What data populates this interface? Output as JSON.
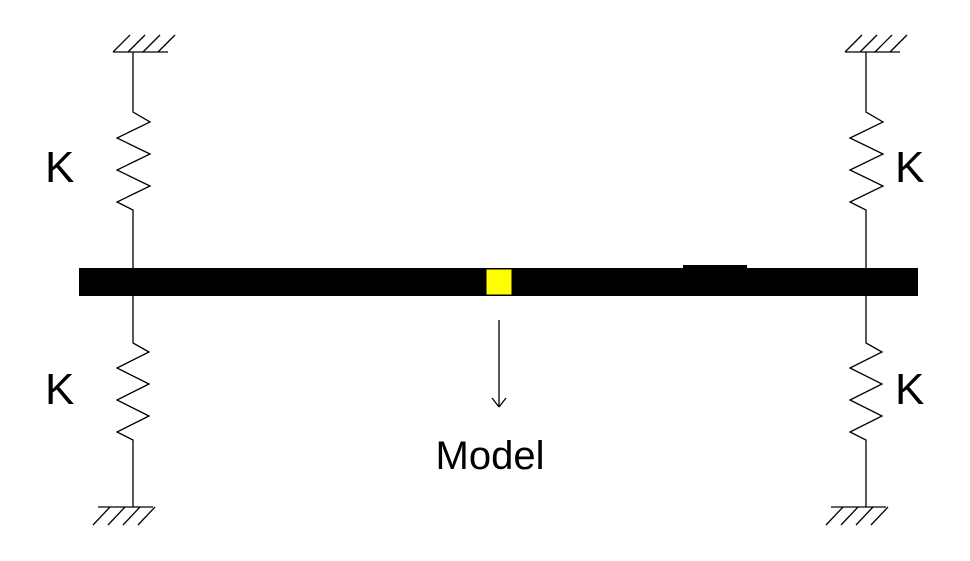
{
  "diagram": {
    "spring_labels": {
      "top_left": "K",
      "bottom_left": "K",
      "top_right": "K",
      "bottom_right": "K"
    },
    "model_label": "Model",
    "colors": {
      "beam": "#000000",
      "model_marker": "#ffff00",
      "background": "#ffffff"
    }
  }
}
